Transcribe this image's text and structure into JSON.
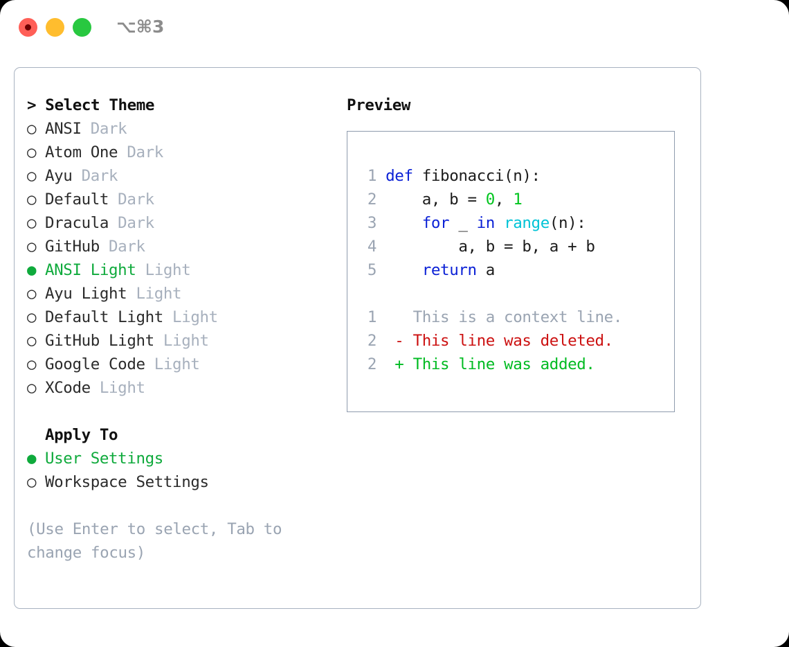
{
  "titlebar": {
    "shortcut": "⌥⌘3",
    "buttons": {
      "close": "close",
      "minimize": "minimize",
      "maximize": "maximize"
    }
  },
  "theme_panel": {
    "header": "> Select Theme",
    "markers": {
      "selected": "●",
      "unselected": "○"
    },
    "items": [
      {
        "marker": "○",
        "name": "ANSI",
        "kind": "Dark",
        "selected": false
      },
      {
        "marker": "○",
        "name": "Atom One",
        "kind": "Dark",
        "selected": false
      },
      {
        "marker": "○",
        "name": "Ayu",
        "kind": "Dark",
        "selected": false
      },
      {
        "marker": "○",
        "name": "Default",
        "kind": "Dark",
        "selected": false
      },
      {
        "marker": "○",
        "name": "Dracula",
        "kind": "Dark",
        "selected": false
      },
      {
        "marker": "○",
        "name": "GitHub",
        "kind": "Dark",
        "selected": false
      },
      {
        "marker": "●",
        "name": "ANSI Light",
        "kind": "Light",
        "selected": true
      },
      {
        "marker": "○",
        "name": "Ayu Light",
        "kind": "Light",
        "selected": false
      },
      {
        "marker": "○",
        "name": "Default Light",
        "kind": "Light",
        "selected": false
      },
      {
        "marker": "○",
        "name": "GitHub Light",
        "kind": "Light",
        "selected": false
      },
      {
        "marker": "○",
        "name": "Google Code",
        "kind": "Light",
        "selected": false
      },
      {
        "marker": "○",
        "name": "XCode",
        "kind": "Light",
        "selected": false
      }
    ]
  },
  "apply_to": {
    "header": "Apply To",
    "options": [
      {
        "marker": "●",
        "label": "User Settings",
        "selected": true
      },
      {
        "marker": "○",
        "label": "Workspace Settings",
        "selected": false
      }
    ]
  },
  "hint": "(Use Enter to select, Tab to change focus)",
  "preview": {
    "header": "Preview",
    "code": [
      {
        "n": "1",
        "tokens": [
          {
            "t": "def ",
            "c": "kw"
          },
          {
            "t": "fibonacci(n):",
            "c": "plain"
          }
        ]
      },
      {
        "n": "2",
        "tokens": [
          {
            "t": "    a, b = ",
            "c": "plain"
          },
          {
            "t": "0",
            "c": "num"
          },
          {
            "t": ", ",
            "c": "plain"
          },
          {
            "t": "1",
            "c": "num"
          }
        ]
      },
      {
        "n": "3",
        "tokens": [
          {
            "t": "    ",
            "c": "plain"
          },
          {
            "t": "for",
            "c": "kw"
          },
          {
            "t": " _ ",
            "c": "plain"
          },
          {
            "t": "in",
            "c": "kw"
          },
          {
            "t": " ",
            "c": "plain"
          },
          {
            "t": "range",
            "c": "fn"
          },
          {
            "t": "(n):",
            "c": "plain"
          }
        ]
      },
      {
        "n": "4",
        "tokens": [
          {
            "t": "        a, b = b, a + b",
            "c": "plain"
          }
        ]
      },
      {
        "n": "5",
        "tokens": [
          {
            "t": "    ",
            "c": "plain"
          },
          {
            "t": "return",
            "c": "kw"
          },
          {
            "t": " a",
            "c": "plain"
          }
        ]
      }
    ],
    "diff": [
      {
        "n": "1",
        "sign": " ",
        "text": " This is a context line.",
        "kind": "ctx"
      },
      {
        "n": "2",
        "sign": "-",
        "text": " This line was deleted.",
        "kind": "del"
      },
      {
        "n": "2",
        "sign": "+",
        "text": " This line was added.",
        "kind": "add"
      }
    ]
  },
  "colors": {
    "accent_green": "#0faa3c",
    "muted": "#a7b0bd",
    "panel_border": "#a8b2c0",
    "preview_border": "#8e9bad",
    "keyword_blue": "#0b21d6",
    "function_cyan": "#00c3d6",
    "number_green": "#00c51e",
    "diff_delete_red": "#cc1111",
    "diff_add_green": "#00bb22",
    "traffic_red": "#ff5f57",
    "traffic_yellow": "#ffbd2e",
    "traffic_green": "#28c840"
  }
}
